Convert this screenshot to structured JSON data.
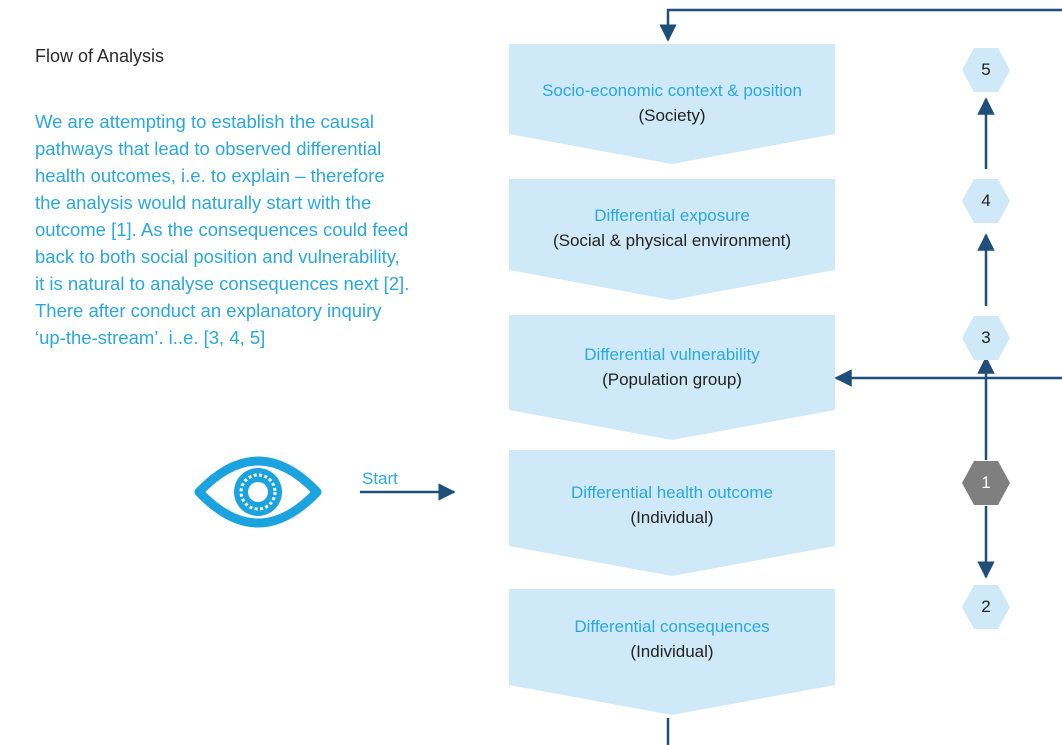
{
  "heading": "Flow  of Analysis",
  "intro": "We are attempting to establish the causal pathways that lead to observed differential health outcomes, i.e. to explain – therefore the analysis would naturally start with the outcome [1]. As the consequences could feed back to both social position and vulnerability, it is natural to analyse consequences next [2]. There after conduct an explanatory inquiry ‘up-the-stream’. i..e. [3, 4, 5]",
  "start_label": "Start",
  "stages": [
    {
      "title": "Socio-economic context & position",
      "subtitle": "(Society)"
    },
    {
      "title": "Differential exposure",
      "subtitle": "(Social & physical environment)"
    },
    {
      "title": "Differential vulnerability",
      "subtitle": "(Population group)"
    },
    {
      "title": "Differential health outcome",
      "subtitle": "(Individual)"
    },
    {
      "title": "Differential consequences",
      "subtitle": "(Individual)"
    }
  ],
  "steps": [
    "5",
    "4",
    "3",
    "1",
    "2"
  ],
  "icons": {
    "start_icon": "eye-icon"
  },
  "colors": {
    "accent_text": "#29a8e0",
    "chevron_fill": "#cfe9f8",
    "arrow": "#1f4e79",
    "eye": "#1ba3e0",
    "active_step": "#7f7f7f"
  }
}
